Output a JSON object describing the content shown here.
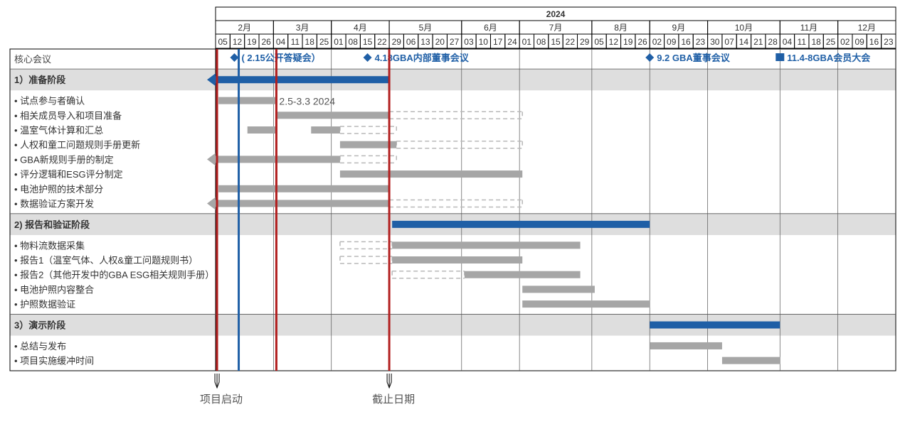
{
  "chart_data": {
    "type": "gantt",
    "year": "2024",
    "months": [
      {
        "label": "2月",
        "weeks": [
          "05",
          "12",
          "19",
          "26"
        ]
      },
      {
        "label": "3月",
        "weeks": [
          "04",
          "11",
          "18",
          "25"
        ]
      },
      {
        "label": "4月",
        "weeks": [
          "01",
          "08",
          "15",
          "22"
        ]
      },
      {
        "label": "5月",
        "weeks": [
          "29",
          "06",
          "13",
          "20",
          "27"
        ]
      },
      {
        "label": "6月",
        "weeks": [
          "03",
          "10",
          "17",
          "24"
        ]
      },
      {
        "label": "7月",
        "weeks": [
          "01",
          "08",
          "15",
          "22",
          "29"
        ]
      },
      {
        "label": "8月",
        "weeks": [
          "05",
          "12",
          "19",
          "26"
        ]
      },
      {
        "label": "9月",
        "weeks": [
          "02",
          "09",
          "16",
          "23"
        ]
      },
      {
        "label": "10月",
        "weeks": [
          "30",
          "07",
          "14",
          "21",
          "28"
        ]
      },
      {
        "label": "11月",
        "weeks": [
          "04",
          "11",
          "18",
          "25"
        ]
      },
      {
        "label": "12月",
        "weeks": [
          "02",
          "09",
          "16",
          "23"
        ]
      }
    ],
    "milestone_row_label": "核心会议",
    "milestones": [
      {
        "label": "( 2.15公开答疑会）",
        "week": 1.3,
        "shape": "diamond"
      },
      {
        "label": "4.18GBA内部董事会议",
        "week": 10.5,
        "shape": "diamond"
      },
      {
        "label": "9.2 GBA董事会议",
        "week": 30.0,
        "shape": "diamond"
      },
      {
        "label": "11.4-8GBA会员大会",
        "week": 39.0,
        "shape": "square"
      }
    ],
    "sections": [
      {
        "title": "1）准备阶段",
        "phase_bar": {
          "start": 0,
          "end": 12,
          "arrow_left": true
        },
        "tasks": [
          {
            "label": "• 试点参与者确认",
            "bars": [
              [
                0.2,
                4.2
              ]
            ],
            "annotation": "2.5-3.3 2024"
          },
          {
            "label": "• 相关成员导入和项目准备",
            "bars": [
              [
                4.2,
                12
              ]
            ],
            "dashed": [
              [
                12,
                21.2
              ]
            ]
          },
          {
            "label": "• 温室气体计算和汇总",
            "bars": [
              [
                2.2,
                4.2
              ],
              [
                6.6,
                8.6
              ]
            ],
            "dashed": [
              [
                8.6,
                12.5
              ]
            ]
          },
          {
            "label": "• 人权和童工问题规则手册更新",
            "bars": [
              [
                8.6,
                12.5
              ]
            ],
            "dashed": [
              [
                12.5,
                21.2
              ]
            ]
          },
          {
            "label": "• GBA新规则手册的制定",
            "bars": [
              [
                0,
                8.6
              ]
            ],
            "dashed": [
              [
                8.6,
                12.5
              ]
            ],
            "arrow_left": true
          },
          {
            "label": "• 评分逻辑和ESG评分制定",
            "bars": [
              [
                8.6,
                21.2
              ]
            ]
          },
          {
            "label": "• 电池护照的技术部分",
            "bars": [
              [
                0.2,
                12
              ]
            ]
          },
          {
            "label": "• 数据验证方案开发",
            "bars": [
              [
                0,
                12
              ]
            ],
            "dashed": [
              [
                12,
                21.2
              ]
            ],
            "arrow_left": true
          }
        ]
      },
      {
        "title": "2) 报告和验证阶段",
        "phase_bar": {
          "start": 12.2,
          "end": 30.0,
          "arrow_left": false
        },
        "tasks": [
          {
            "label": "• 物料流数据采集",
            "bars": [
              [
                12.2,
                25.2
              ]
            ],
            "dashed": [
              [
                8.6,
                12.2
              ]
            ]
          },
          {
            "label": "• 报告1（温室气体、人权&童工问题规则书）",
            "bars": [
              [
                12.2,
                21.2
              ]
            ],
            "dashed": [
              [
                8.6,
                12.2
              ]
            ]
          },
          {
            "label": "• 报告2（其他开发中的GBA ESG相关规则手册）",
            "bars": [
              [
                17.2,
                25.2
              ]
            ],
            "dashed": [
              [
                12.2,
                17.2
              ]
            ]
          },
          {
            "label": "• 电池护照内容整合",
            "bars": [
              [
                21.2,
                26.2
              ]
            ]
          },
          {
            "label": "• 护照数据验证",
            "bars": [
              [
                21.2,
                30.0
              ]
            ]
          }
        ]
      },
      {
        "title": "3）演示阶段",
        "phase_bar": {
          "start": 30.0,
          "end": 39.0,
          "arrow_left": false
        },
        "tasks": [
          {
            "label": "• 总结与发布",
            "bars": [
              [
                30.0,
                35.0
              ]
            ]
          },
          {
            "label": "• 项目实施缓冲时间",
            "bars": [
              [
                35.0,
                39.0
              ]
            ]
          }
        ]
      }
    ],
    "vertical_lines": [
      {
        "week": 0.1,
        "color": "#b21f1f"
      },
      {
        "week": 1.6,
        "color": "#1f5fa6"
      },
      {
        "week": 4.2,
        "color": "#b21f1f"
      },
      {
        "week": 12.0,
        "color": "#b21f1f"
      }
    ],
    "markers": [
      {
        "label": "项目启动",
        "week": 0.1
      },
      {
        "label": "截止日期",
        "week": 12.0
      }
    ]
  },
  "colors": {
    "phase_bar": "#1f5fa6",
    "task_bar": "#a6a6a6",
    "dashed": "#b8b8b8",
    "section_band": "#dedede",
    "milestone_text": "#1f5fa6",
    "red_line": "#b21f1f",
    "blue_line": "#1f5fa6",
    "grid": "#000000"
  }
}
